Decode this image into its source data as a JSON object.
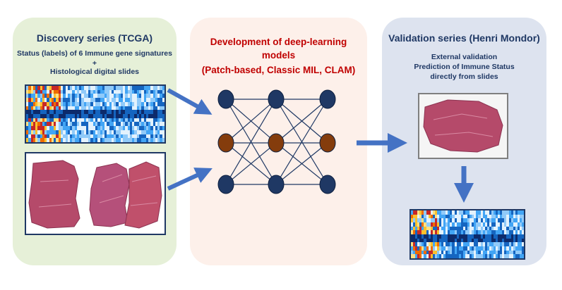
{
  "discovery": {
    "title": "Discovery series (TCGA)",
    "subtitle_line1": "Status (labels) of 6 Immune gene signatures",
    "plus": "+",
    "subtitle_line2": "Histological digital slides"
  },
  "development": {
    "title_line1": "Development of deep-learning",
    "title_line2": "models",
    "title_line3": "(Patch-based, Classic MIL, CLAM)"
  },
  "validation": {
    "title": "Validation series (Henri Mondor)",
    "sub_line1": "External validation",
    "sub_line2": "Prediction of Immune Status",
    "sub_line3": "directly from slides"
  },
  "colors": {
    "discovery_panel": "#e6f0d8",
    "development_panel": "#fdf0ea",
    "validation_panel": "#dde3ef",
    "arrow": "#4472c4",
    "node_dark": "#1f3864",
    "node_brown": "#843c0c",
    "title_red": "#c00000",
    "tissue": "#b54a6a"
  },
  "network": {
    "layers": 3,
    "nodes_per_layer": 3,
    "highlighted_row": "middle"
  }
}
